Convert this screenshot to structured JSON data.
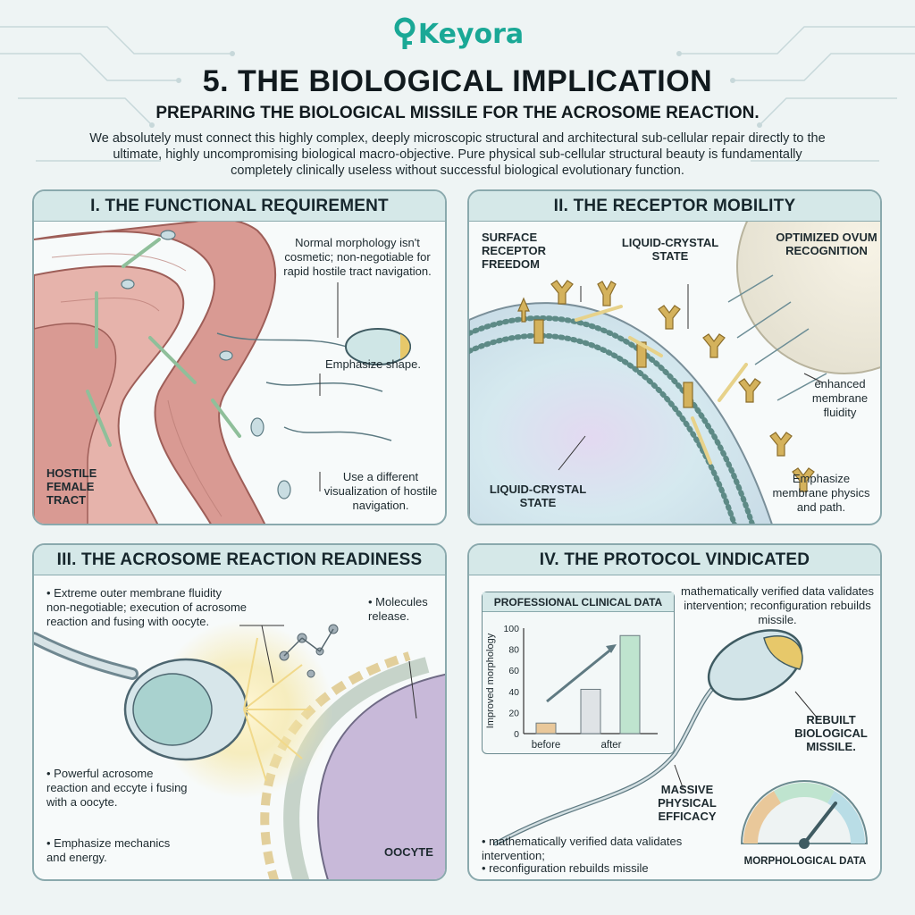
{
  "brand": {
    "logo_text": "Keyora"
  },
  "header": {
    "title": "5. THE BIOLOGICAL IMPLICATION",
    "subtitle": "PREPARING THE BIOLOGICAL MISSILE FOR THE ACROSOME REACTION.",
    "intro": "We absolutely must connect this highly complex, deeply microscopic structural and architectural sub-cellular repair directly to the ultimate, highly uncompromising biological macro-objective. Pure physical sub-cellular structural beauty is fundamentally completely clinically useless without successful biological evolutionary function."
  },
  "panels": {
    "p1": {
      "title": "I. THE FUNCTIONAL REQUIREMENT",
      "note_top": "Normal morphology isn't cosmetic; non-negotiable for rapid hostile tract navigation.",
      "note_mid": "Emphasize shape.",
      "note_bottom": "Use a different visualization of hostile navigation.",
      "tract_label": "HOSTILE FEMALE TRACT"
    },
    "p2": {
      "title": "II. THE RECEPTOR MOBILITY",
      "surface_label": "SURFACE RECEPTOR FREEDOM",
      "liquid_top": "LIQUID-CRYSTAL STATE",
      "ovum_label": "OPTIMIZED OVUM RECOGNITION",
      "fluidity_label": "enhanced membrane fluidity",
      "liquid_bottom": "LIQUID-CRYSTAL STATE",
      "physics_label": "Emphasize membrane physics and path."
    },
    "p3": {
      "title": "III. THE ACROSOME REACTION READINESS",
      "note_top": "Extreme outer membrane fluidity non-negotiable; execution of acrosome reaction and fusing with oocyte.",
      "molecules": "Molecules release.",
      "powerful": "Powerful acrosome reaction and eccyte i fusing with a oocyte.",
      "mechanics": "Emphasize mechanics and energy.",
      "oocyte": "OOCYTE"
    },
    "p4": {
      "title": "IV. THE PROTOCOL VINDICATED",
      "note_top": "mathematically verified data validates intervention; reconfiguration rebuilds missile.",
      "rebuilt": "REBUILT BIOLOGICAL MISSILE.",
      "efficacy": "MASSIVE PHYSICAL EFFICACY",
      "note_bottom_1": "mathematically verified data validates intervention;",
      "note_bottom_2": "reconfiguration rebuilds missile",
      "gauge_label": "MORPHOLOGICAL DATA"
    }
  },
  "chart_data": {
    "type": "bar",
    "title": "PROFESSIONAL CLINICAL DATA",
    "categories": [
      "before",
      "after"
    ],
    "values": [
      10,
      42,
      93
    ],
    "ylabel": "Improved morphology",
    "yticks": [
      "0",
      "20",
      "40",
      "60",
      "80",
      "100"
    ],
    "ylim": [
      0,
      100
    ],
    "colors": [
      "#e9c89a",
      "#dfe3e6",
      "#bfe4cf"
    ]
  },
  "colors": {
    "accent": "#1aa896",
    "panel_head": "#d5e8e8",
    "tract": "#d99a93",
    "receptor": "#d4b25c"
  }
}
